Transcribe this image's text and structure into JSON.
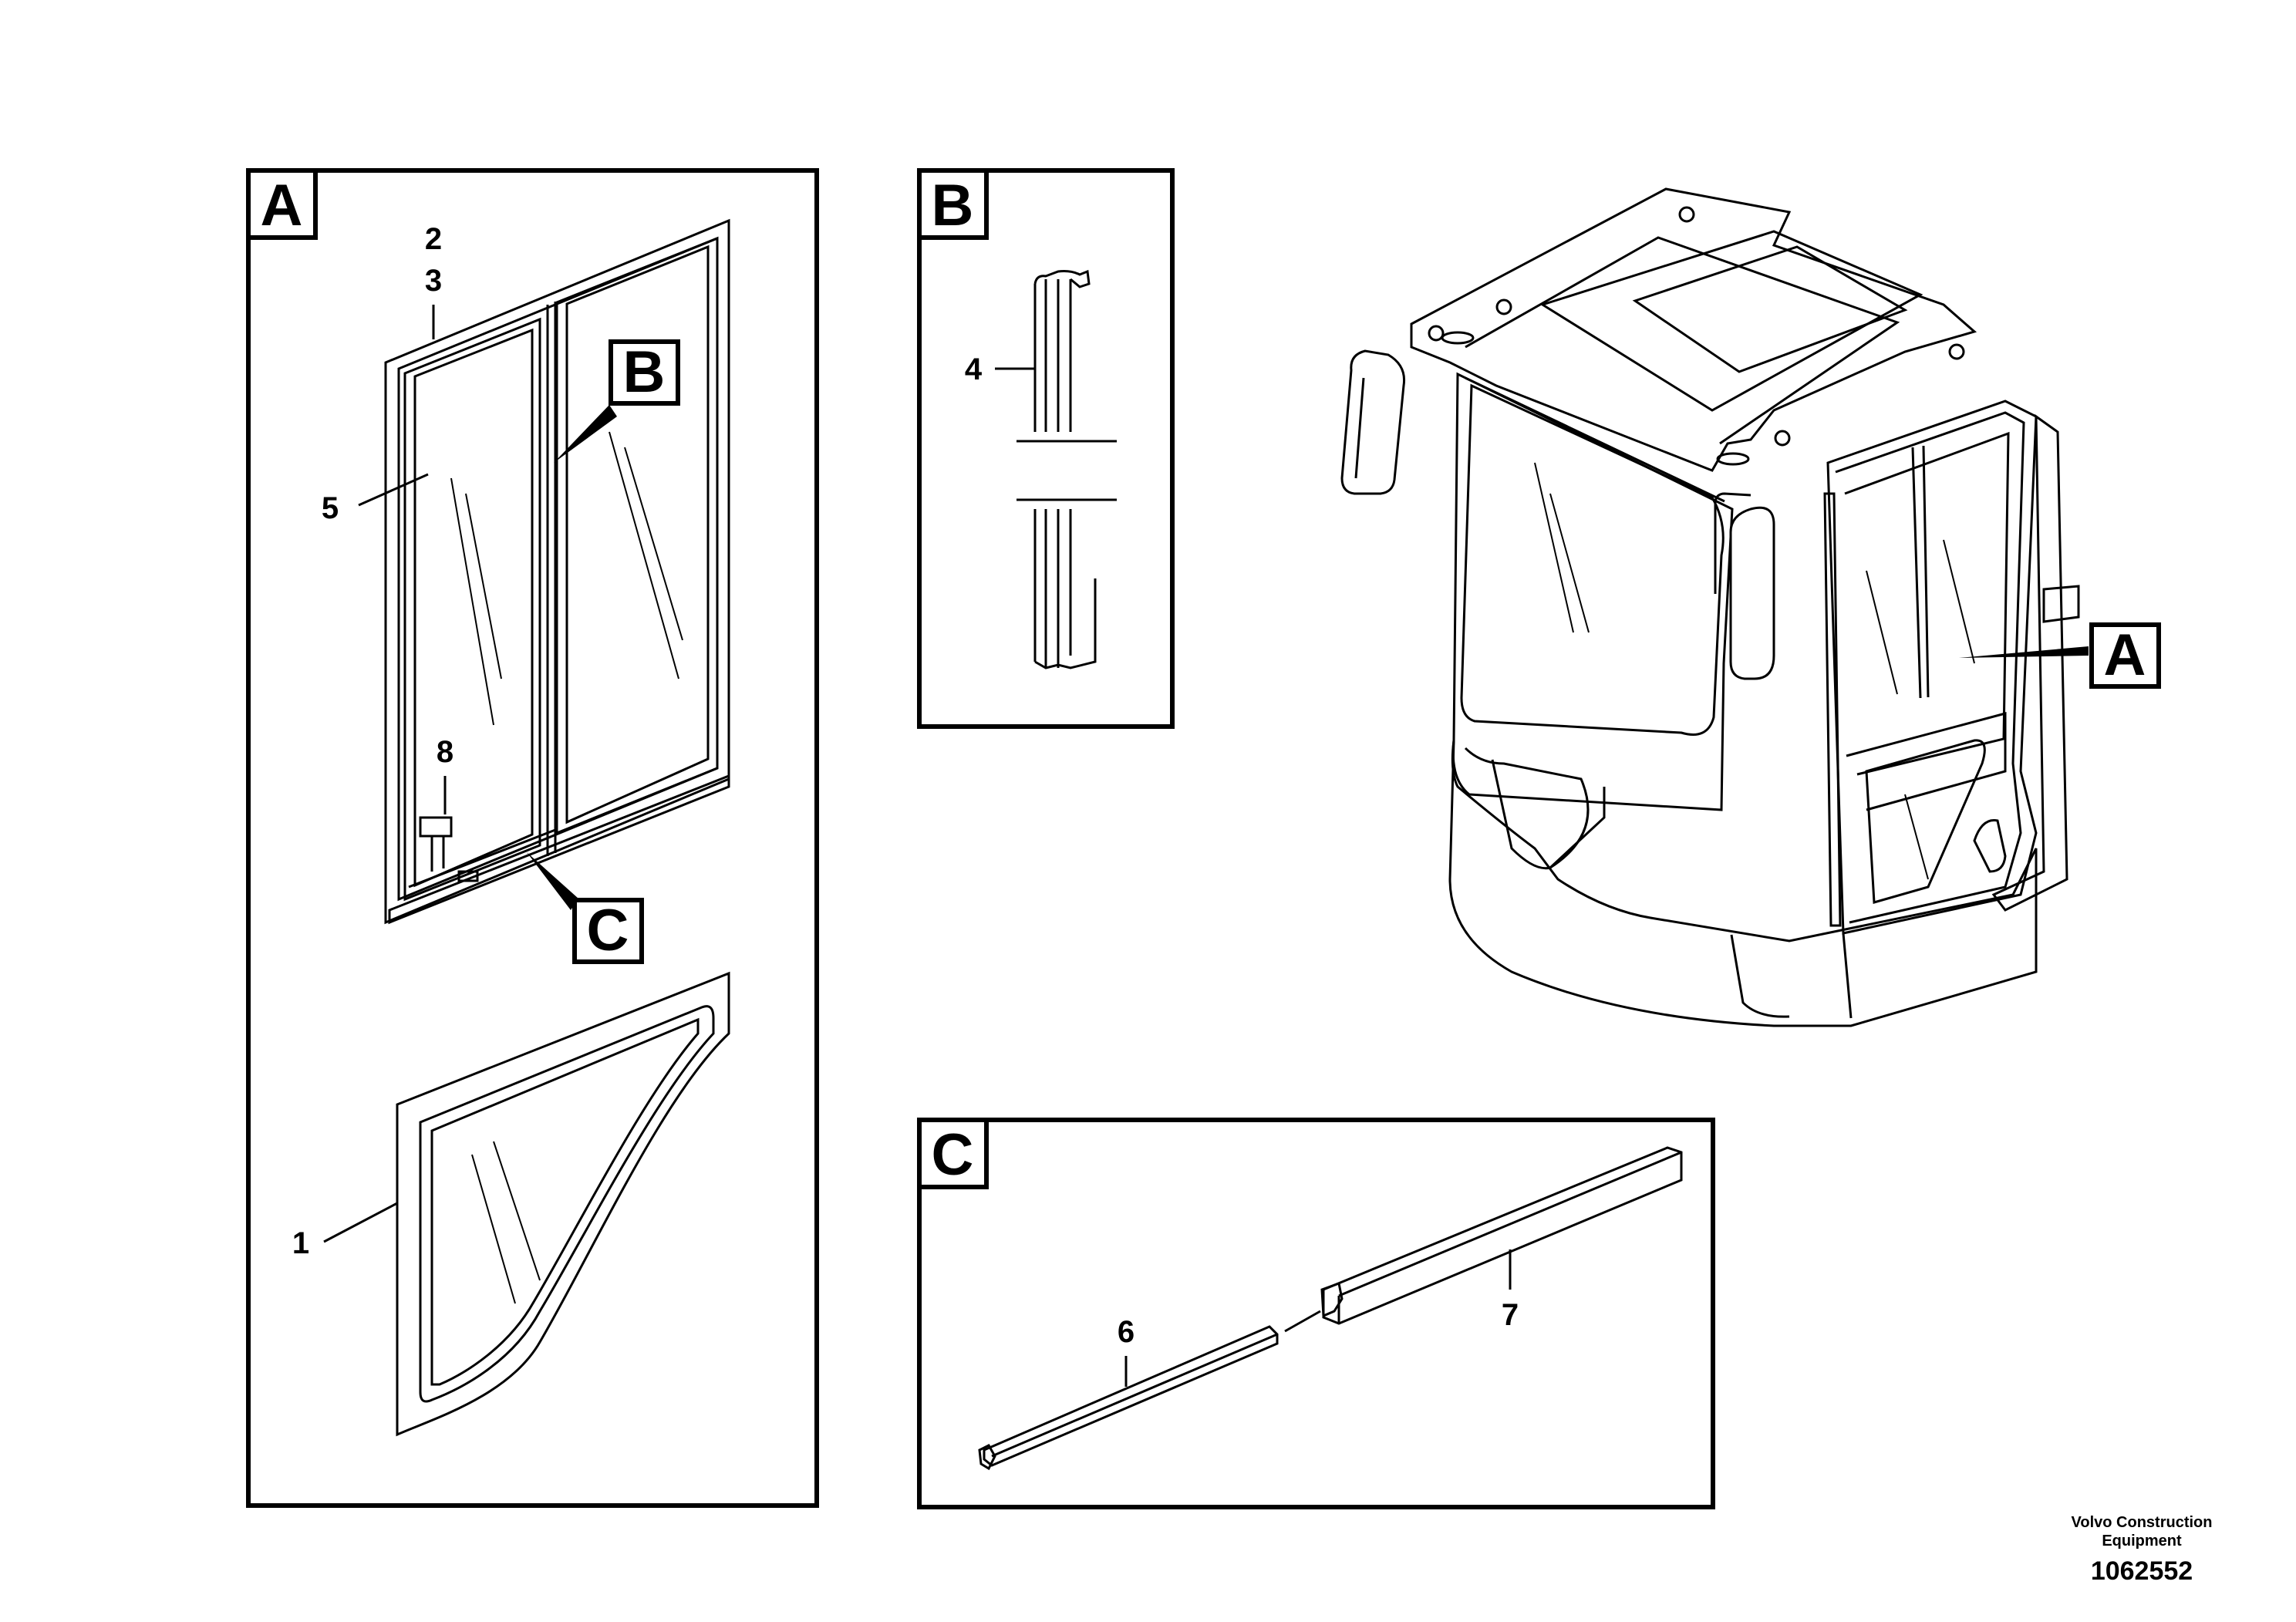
{
  "panels": {
    "a": {
      "letter": "A"
    },
    "b": {
      "letter": "B"
    },
    "c": {
      "letter": "C"
    }
  },
  "callouts": {
    "b_ref": "B",
    "c_ref": "C",
    "a_ref": "A"
  },
  "parts": {
    "p1": "1",
    "p2": "2",
    "p3": "3",
    "p4": "4",
    "p5": "5",
    "p6": "6",
    "p7": "7",
    "p8": "8"
  },
  "footer": {
    "company": "Volvo Construction Equipment",
    "drawing_number": "1062552"
  }
}
